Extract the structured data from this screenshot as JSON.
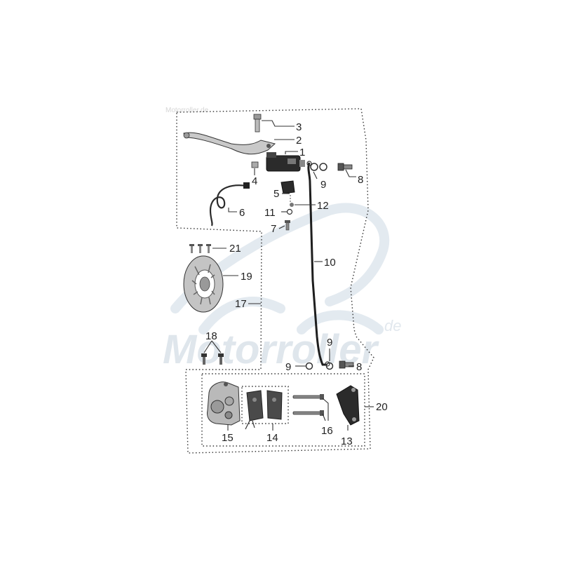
{
  "watermark": {
    "brand": "Motorroller",
    "small": "Motorroller.de",
    "suffix": "de"
  },
  "colors": {
    "line": "#333333",
    "part_dark": "#2b2b2b",
    "part_metal": "#9a9a9a",
    "part_light": "#cfcfcf",
    "watermark": "#dfe6ec"
  },
  "labels": {
    "p1": "1",
    "p2": "2",
    "p3": "3",
    "p4": "4",
    "p5": "5",
    "p6": "6",
    "p7": "7",
    "p8a": "8",
    "p8b": "8",
    "p9a": "9",
    "p9b": "9",
    "p9c": "9",
    "p10": "10",
    "p11": "11",
    "p12": "12",
    "p13": "13",
    "p14": "14",
    "p15": "15",
    "p16": "16",
    "p17": "17",
    "p18": "18",
    "p19": "19",
    "p20": "20",
    "p21": "21"
  }
}
